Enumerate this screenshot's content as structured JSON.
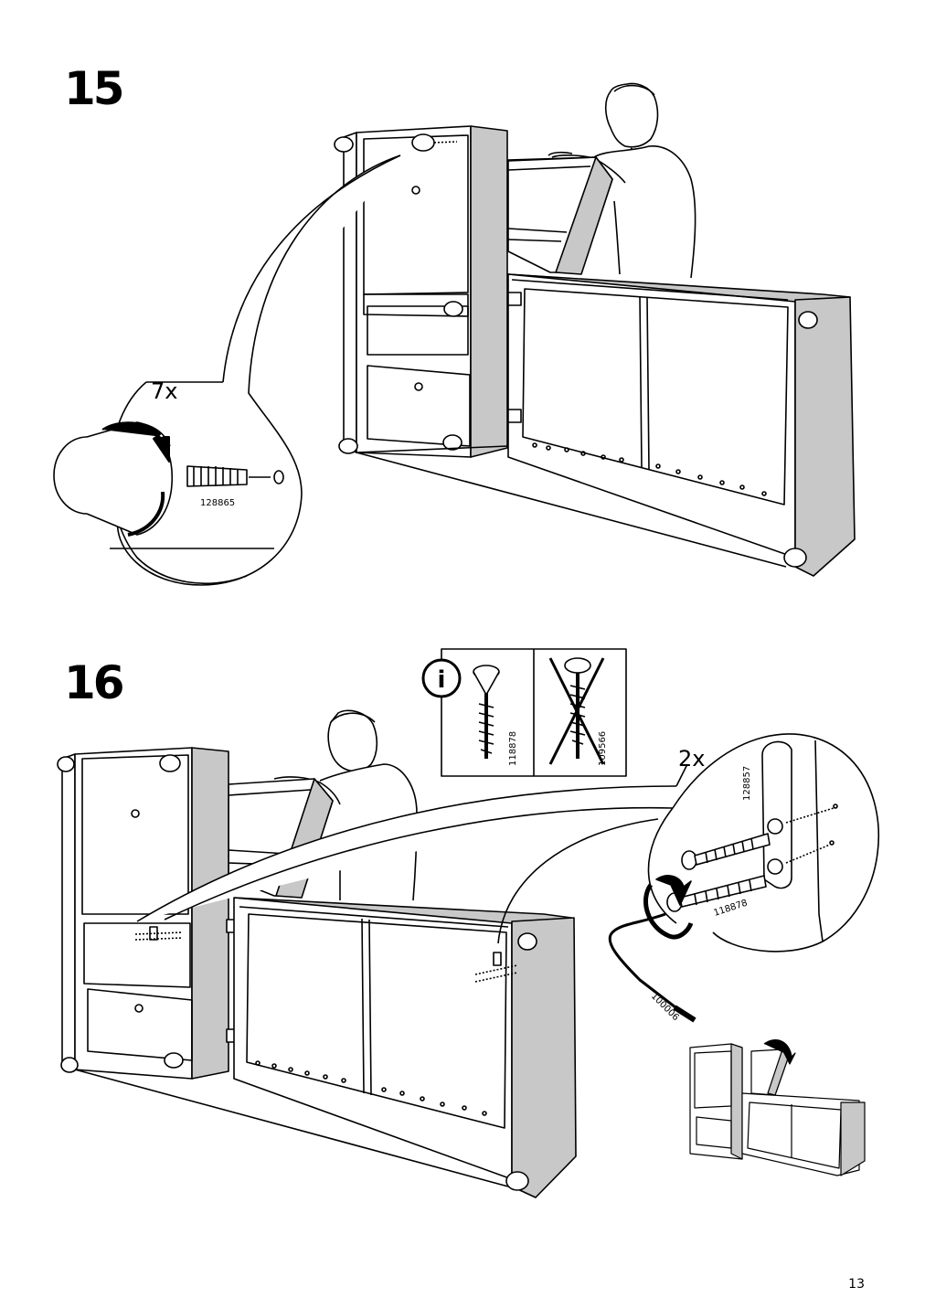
{
  "page": {
    "page_number": "13"
  },
  "step15": {
    "number": "15",
    "quantity": "7x",
    "part_number": "128865"
  },
  "step16": {
    "number": "16",
    "quantity": "2x",
    "bracket_part": "128857",
    "screw_part": "118878",
    "wrench_part": "100006",
    "info_box": {
      "correct_screw": "118878",
      "wrong_screw": "109566"
    }
  },
  "colors": {
    "ink": "#000000",
    "panel_gray": "#c8c8c8",
    "dark_gray": "#a0a0a0"
  },
  "icons": {
    "info": "info-icon",
    "rotation": "rotation-arrow-icon"
  }
}
